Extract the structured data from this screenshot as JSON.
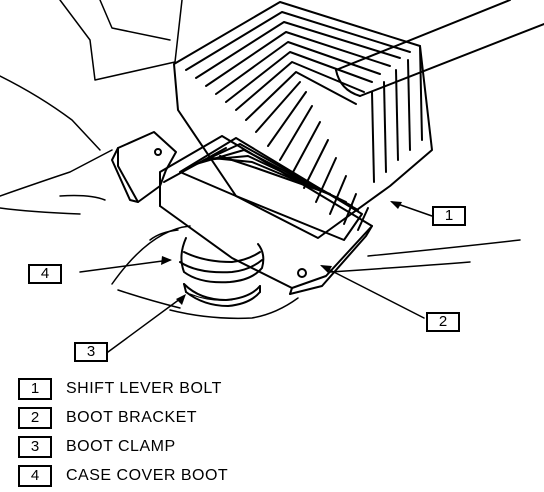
{
  "callouts": [
    {
      "number": "1"
    },
    {
      "number": "2"
    },
    {
      "number": "3"
    },
    {
      "number": "4"
    }
  ],
  "legend": [
    {
      "number": "1",
      "label": "SHIFT LEVER BOLT"
    },
    {
      "number": "2",
      "label": "BOOT BRACKET"
    },
    {
      "number": "3",
      "label": "BOOT CLAMP"
    },
    {
      "number": "4",
      "label": "CASE COVER BOOT"
    }
  ]
}
